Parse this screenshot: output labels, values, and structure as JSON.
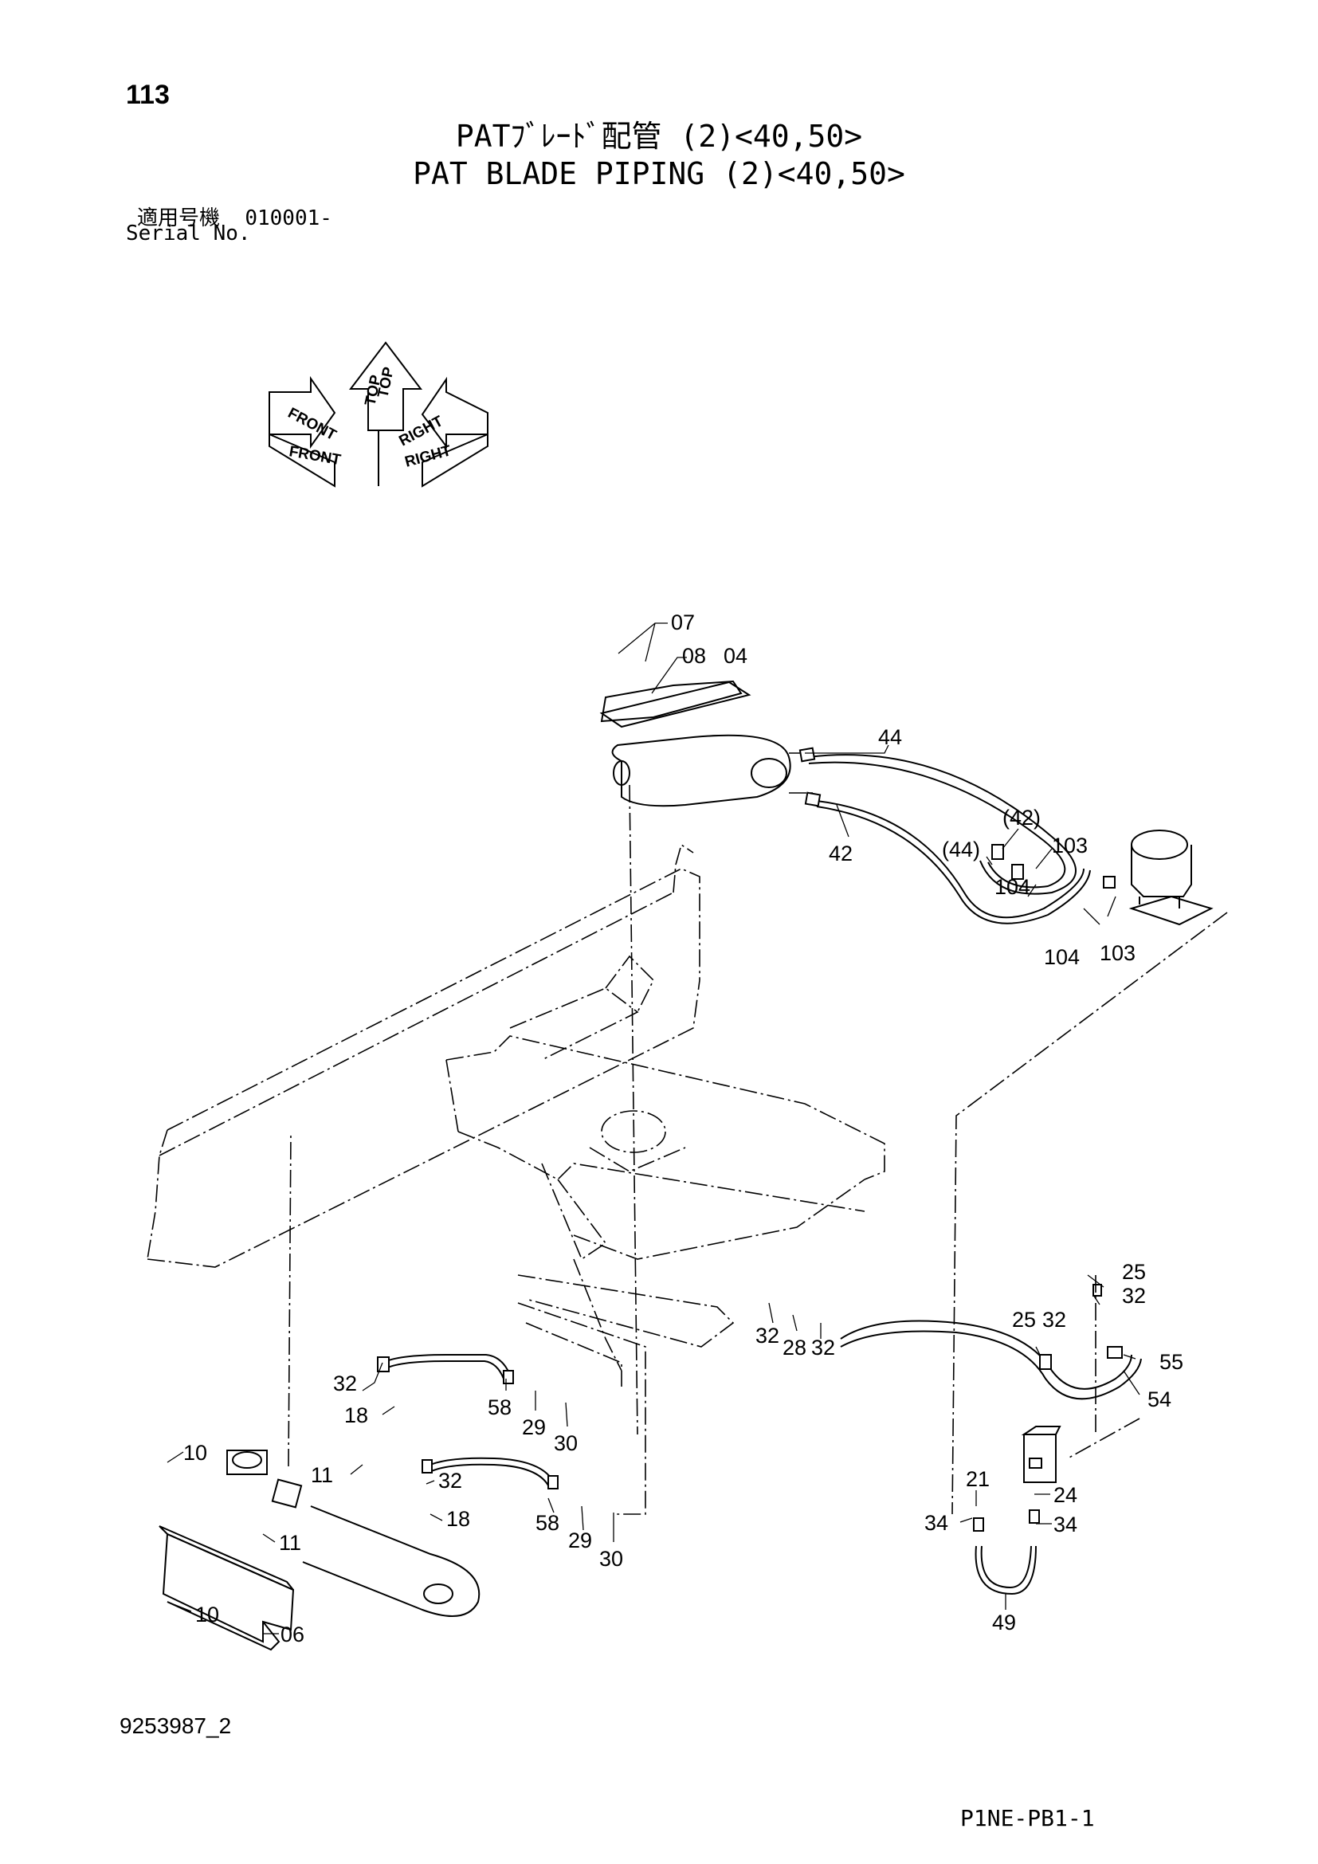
{
  "header": {
    "page_number": "113",
    "title_jp": "PATﾌﾞﾚｰﾄﾞ配管 (2)<40,50>",
    "title_en": "PAT BLADE PIPING (2)<40,50>",
    "serial_label_jp": "適用号機",
    "serial_value": "010001-",
    "serial_label_en": "Serial No."
  },
  "orientation_indicator": {
    "labels": [
      "FRONT",
      "FRONT",
      "TOP",
      "TOP",
      "RIGHT",
      "RIGHT"
    ]
  },
  "callouts": {
    "c07": "07",
    "c08": "08",
    "c04": "04",
    "c44": "44",
    "c42": "42",
    "c42p": "(42)",
    "c44p": "(44)",
    "c103a": "103",
    "c104a": "104",
    "c104b": "104",
    "c103b": "103",
    "c25a": "25",
    "c32a": "32",
    "c25b": "25",
    "c32b": "32",
    "c55": "55",
    "c54": "54",
    "c32c": "32",
    "c28": "28",
    "c32d": "32",
    "c32e": "32",
    "c18a": "18",
    "c58a": "58",
    "c29a": "29",
    "c30a": "30",
    "c10a": "10",
    "c11a": "11",
    "c32f": "32",
    "c18b": "18",
    "c11b": "11",
    "c58b": "58",
    "c29b": "29",
    "c30b": "30",
    "c10b": "10",
    "c06": "06",
    "c21": "21",
    "c24": "24",
    "c34a": "34",
    "c34b": "34",
    "c49": "49"
  },
  "footer": {
    "drawing_number": "9253987_2",
    "page_code": "P1NE-PB1-1"
  }
}
